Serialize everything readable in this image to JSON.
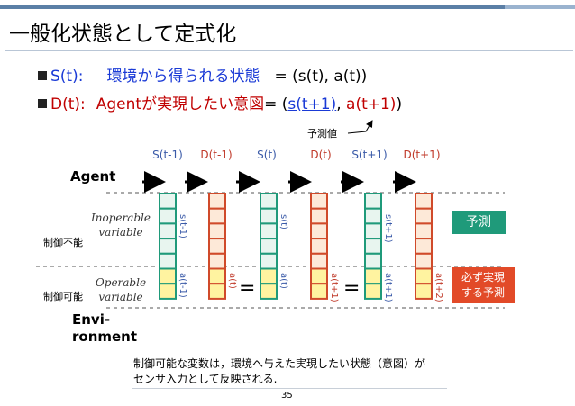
{
  "title": "一般化状態として定式化",
  "bullets": {
    "s_label": "S(t):",
    "s_desc": "環境から得られる状態",
    "s_eq": "= (s(t), a(t))",
    "d_label": "D(t):",
    "d_desc": "Agentが実現したい意図",
    "d_eq": "= (s(t+1), a(t+1))",
    "prediction_note": "予測値"
  },
  "diagram": {
    "time_labels": [
      "S(t-1)",
      "D(t-1)",
      "S(t)",
      "D(t)",
      "S(t+1)",
      "D(t+1)"
    ],
    "agent_label": "Agent",
    "environment_label": "Envi-\nronment",
    "inoperable_label": "Inoperable variable",
    "operable_label": "Operable variable",
    "uncontrollable_label": "制御不能",
    "controllable_label": "制御可能",
    "equals_sign": "=",
    "column_s_labels": [
      "s(t-1)",
      "",
      "s(t)",
      "",
      "s(t+1)",
      ""
    ],
    "column_a_labels": [
      "a(t-1)",
      "a(t)",
      "a(t)",
      "a(t+1)",
      "a(t+1)",
      "a(t+2)"
    ],
    "prediction_badge": "予測",
    "required_prediction_badge": "必ず実現\nする予測"
  },
  "note": {
    "line1": "制御可能な変数は，環境へ与えた実現したい状態（意図）が",
    "line2": "センサ入力として反映される."
  },
  "page_number": "35",
  "colors": {
    "header_bar": "#5b7fa6",
    "title_text": "#000000",
    "blue_text": "#1a3ad6",
    "red_text": "#c00000",
    "s_column_border": "#1f9a7a",
    "s_column_fill": "#e8f5ef",
    "d_column_border": "#d04a2a",
    "d_column_fill": "#fde9d8",
    "operable_fill": "#fff3a0",
    "prediction_badge": "#1f9a7a",
    "required_badge": "#e24a28"
  }
}
